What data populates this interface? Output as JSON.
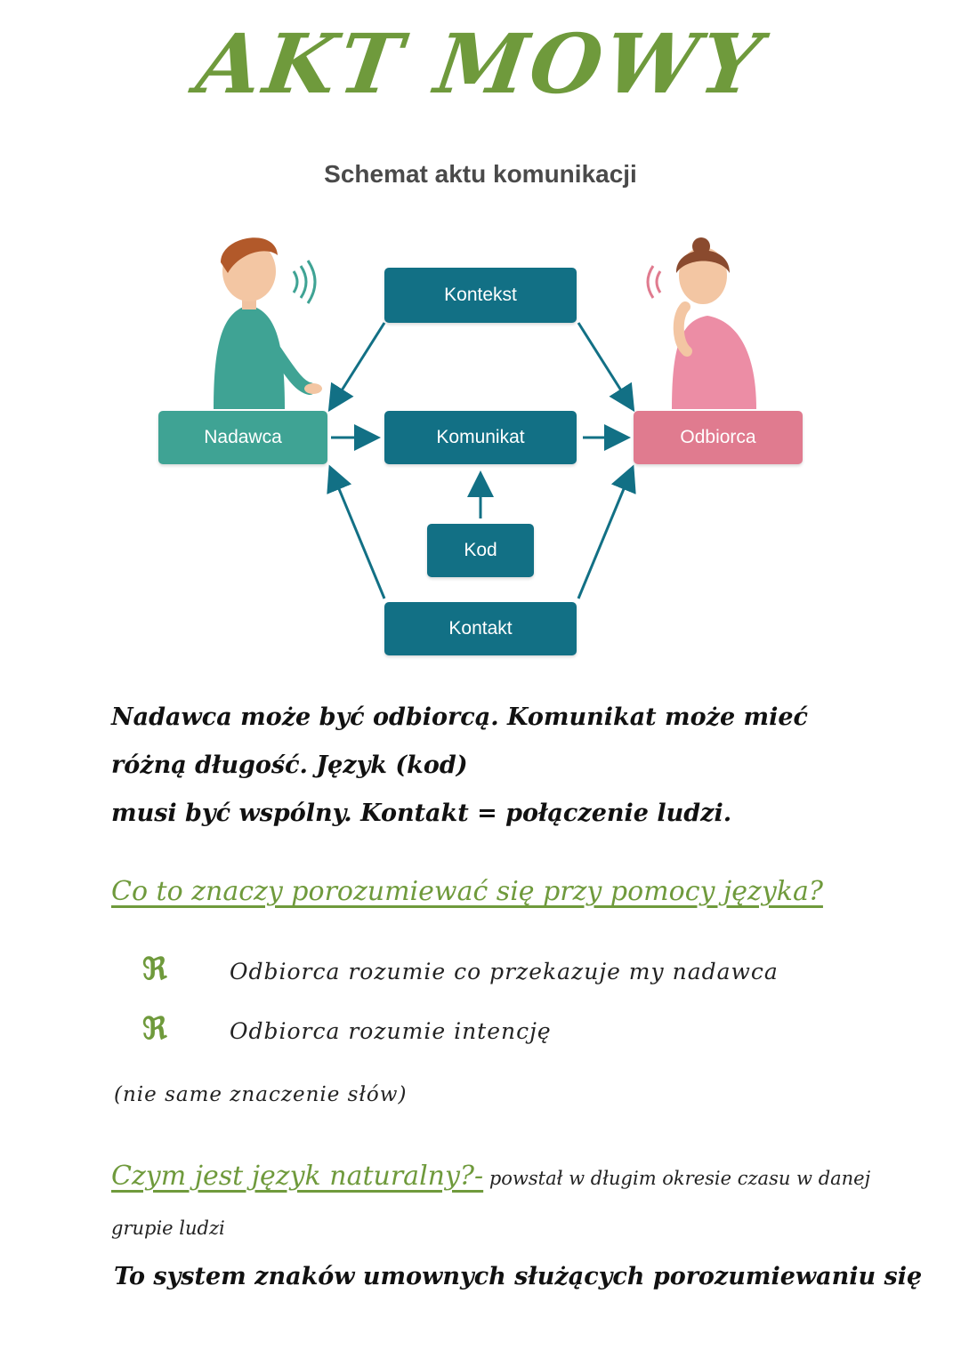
{
  "title": "AKT MOWY",
  "schema": {
    "title": "Schemat aktu komunikacji",
    "boxes": {
      "kontekst": "Kontekst",
      "nadawca": "Nadawca",
      "komunikat": "Komunikat",
      "odbiorca": "Odbiorca",
      "kod": "Kod",
      "kontakt": "Kontakt"
    },
    "colors": {
      "teal": "#127085",
      "green": "#3fa394",
      "pink": "#e07b8f"
    },
    "illustrations": [
      "speaking-man-icon",
      "listening-woman-icon"
    ]
  },
  "note1": {
    "line1": "Nadawca może być odbiorcą. Komunikat może mieć różną długość. Język (kod)",
    "line2": "musi być wspólny. Kontakt = połączenie ludzi."
  },
  "question1": {
    "heading": "Co to znaczy porozumiewać się przy pomocy języka?",
    "bullet_symbol": "ℜ",
    "bullets": [
      "Odbiorca rozumie co przekazuje my nadawca",
      "Odbiorca rozumie intencję"
    ],
    "note": "(nie same znaczenie słów)"
  },
  "question2": {
    "heading": "Czym jest język naturalny?-",
    "answer": " powstał w długim okresie czasu w danej grupie ludzi"
  },
  "closing": "To system znaków umownych służących porozumiewaniu się",
  "accent_color": "#6f9a3c"
}
